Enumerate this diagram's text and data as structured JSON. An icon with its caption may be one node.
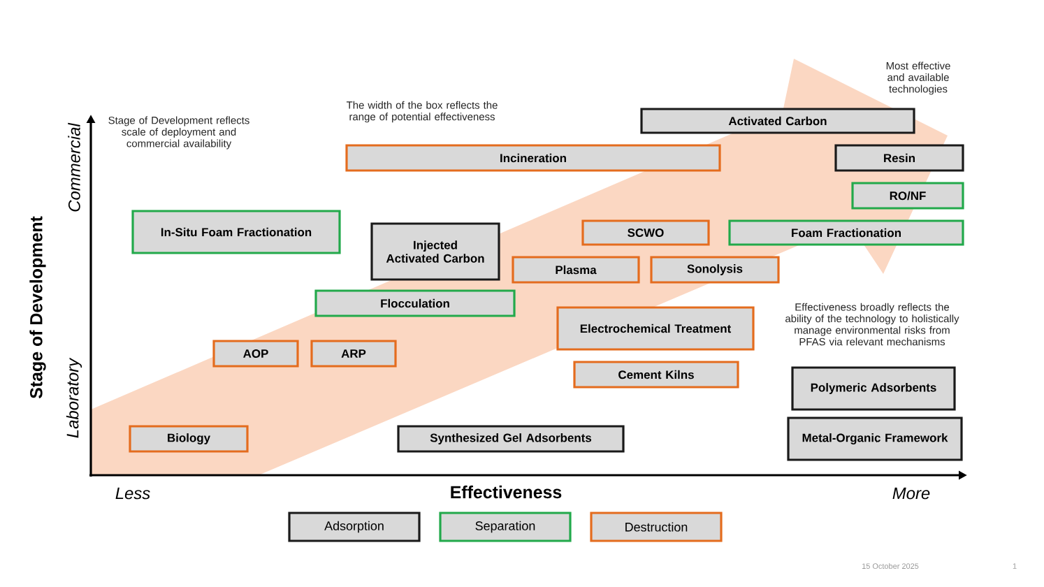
{
  "diagram": {
    "nodes": [
      {
        "text": [
          "Activated Carbon"
        ]
      },
      {
        "text": [
          "Incineration"
        ]
      },
      {
        "text": [
          "Resin"
        ]
      },
      {
        "text": [
          "RO/NF"
        ]
      },
      {
        "text": [
          "In-Situ Foam Fractionation"
        ]
      },
      {
        "text": [
          "Injected Activated Carbon"
        ]
      },
      {
        "text": [
          "SCWO"
        ]
      },
      {
        "text": [
          "Foam Fractionation"
        ]
      },
      {
        "text": [
          "Plasma"
        ]
      },
      {
        "text": [
          "Sonolysis"
        ]
      },
      {
        "text": [
          "Flocculation"
        ]
      },
      {
        "text": [
          "Electrochemical Treatment"
        ]
      },
      {
        "text": [
          "AOP"
        ]
      },
      {
        "text": [
          "ARP"
        ]
      },
      {
        "text": [
          "Cement Kilns"
        ]
      },
      {
        "text": [
          "Polymeric Adsorbents"
        ]
      },
      {
        "text": [
          "Biology"
        ]
      },
      {
        "text": [
          "Synthesized Gel Adsorbents"
        ]
      },
      {
        "text": [
          "Metal-Organic Framework"
        ]
      }
    ],
    "labels": [
      "Most effective and available technologies",
      "The width of the box reflects the range of potential effectiveness",
      "Stage of Development reflects scale of deployment and commercial availability",
      "Commercial",
      "Stage of Development",
      "Laboratory",
      "Effectiveness broadly reflects the ability of the technology to holistically manage environmental risks from PFAS via relevant mechanisms",
      "Less",
      "Effectiveness",
      "More",
      "15 October 2025",
      "1"
    ],
    "legend": [
      {
        "text": "Adsorption",
        "color": "#1a1a1a"
      },
      {
        "text": "Separation",
        "color": "#22a94b"
      },
      {
        "text": "Destruction",
        "color": "#e46c1e"
      }
    ]
  }
}
